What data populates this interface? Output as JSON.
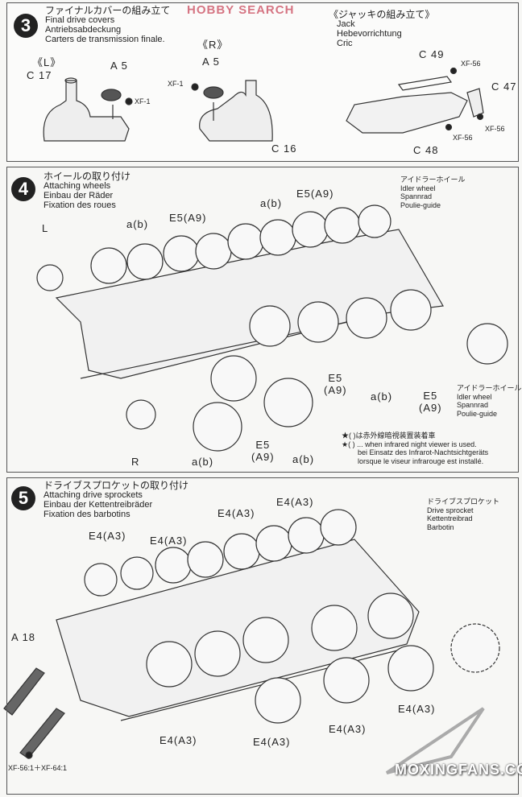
{
  "watermarks": {
    "top": "HOBBY SEARCH",
    "bottom": "MOXINGFANS.COM"
  },
  "step3": {
    "number": "3",
    "title_jp": "ファイナルカバーの組み立て",
    "title_en": "Final drive covers",
    "title_de": "Antriebsabdeckung",
    "title_fr": "Carters de transmission finale.",
    "labels": {
      "left": "《L》",
      "right": "《R》",
      "c17": "C 17",
      "a5_l": "A 5",
      "xf1_l": "XF-1",
      "a5_r": "A 5",
      "xf1_r": "XF-1",
      "c16": "C 16"
    },
    "jack": {
      "title_jp": "《ジャッキの組み立て》",
      "title_en": "Jack",
      "title_de": "Hebevorrichtung",
      "title_fr": "Cric",
      "c49": "C 49",
      "c47": "C 47",
      "c48": "C 48",
      "xf56_a": "XF-56",
      "xf56_b": "XF-56",
      "xf56_c": "XF-56"
    }
  },
  "step4": {
    "number": "4",
    "title_jp": "ホイールの取り付け",
    "title_en": "Attaching wheels",
    "title_de": "Einbau der Räder",
    "title_fr": "Fixation des roues",
    "labels": {
      "L": "L",
      "R": "R",
      "ab1": "a(b)",
      "e5a": "E5(A9)",
      "ab2": "a(b)",
      "e5b": "E5(A9)",
      "e5c": "E5",
      "a9c": "(A9)",
      "ab3": "a(b)",
      "ab4": "a(b)",
      "e5d": "E5",
      "a9d": "(A9)",
      "ab5": "a(b)",
      "e5e": "E5",
      "a9e": "(A9)"
    },
    "idler_top": {
      "jp": "アイドラーホイール",
      "en": "Idler wheel",
      "de": "Spannrad",
      "fr": "Poulie-guide"
    },
    "idler_bottom": {
      "jp": "アイドラーホイール",
      "en": "Idler wheel",
      "de": "Spannrad",
      "fr": "Poulie-guide"
    },
    "note": {
      "jp": "★( )は赤外線暗視装置装着車",
      "en": "★( ) ... when infrared night viewer is used.",
      "de": "bei Einsatz des Infrarot-Nachtsichtgeräts",
      "fr": "lorsque le viseur infrarouge est installé."
    }
  },
  "step5": {
    "number": "5",
    "title_jp": "ドライブスプロケットの取り付け",
    "title_en": "Attaching drive sprockets",
    "title_de": "Einbau der Kettentreibräder",
    "title_fr": "Fixation des barbotins",
    "labels": {
      "e4_1": "E4(A3)",
      "e4_2": "E4(A3)",
      "e4_3": "E4(A3)",
      "e4_4": "E4(A3)",
      "a18": "A 18",
      "paint": "XF-56:1＋XF-64:1",
      "e4_5": "E4(A3)",
      "e4_6": "E4(A3)",
      "e4_7": "E4(A3)",
      "e4_8": "E4(A3)"
    },
    "sprocket": {
      "jp": "ドライブスプロケット",
      "en": "Drive sprocket",
      "de": "Kettentreibrad",
      "fr": "Barbotin"
    }
  }
}
